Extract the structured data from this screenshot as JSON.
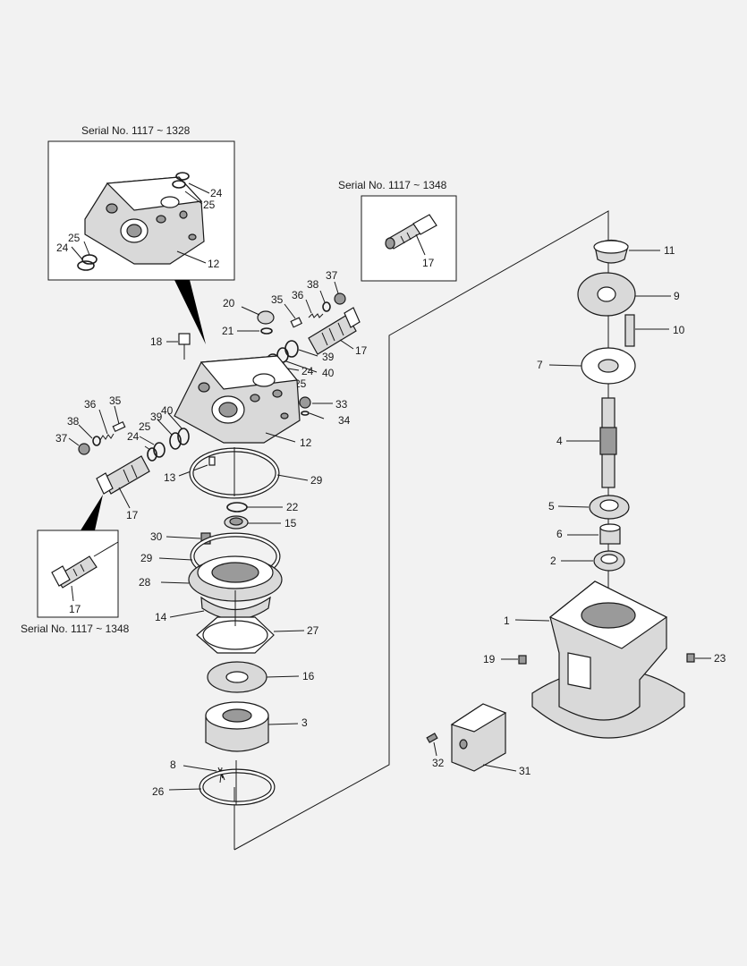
{
  "serial_labels": {
    "top_inset": "Serial No. 1117 ~ 1328",
    "right_inset": "Serial No. 1117 ~ 1348",
    "left_inset": "Serial No. 1117 ~ 1348"
  },
  "top_inset_parts": [
    "24",
    "25",
    "25",
    "24",
    "12"
  ],
  "right_inset_parts": [
    "17"
  ],
  "left_inset_parts": [
    "17"
  ],
  "valve_parts": [
    "20",
    "35",
    "36",
    "38",
    "37",
    "21",
    "18",
    "17",
    "39",
    "40",
    "24",
    "25",
    "33",
    "34",
    "12",
    "36",
    "35",
    "38",
    "37",
    "40",
    "39",
    "24",
    "25",
    "13",
    "29",
    "17"
  ],
  "motor_parts": [
    "22",
    "15",
    "30",
    "29",
    "28",
    "14",
    "27",
    "16",
    "3",
    "8",
    "26"
  ],
  "shaft_parts": [
    "11",
    "9",
    "10",
    "7",
    "4",
    "5",
    "6",
    "2"
  ],
  "housing_parts": [
    "1",
    "19",
    "23",
    "32",
    "31"
  ]
}
